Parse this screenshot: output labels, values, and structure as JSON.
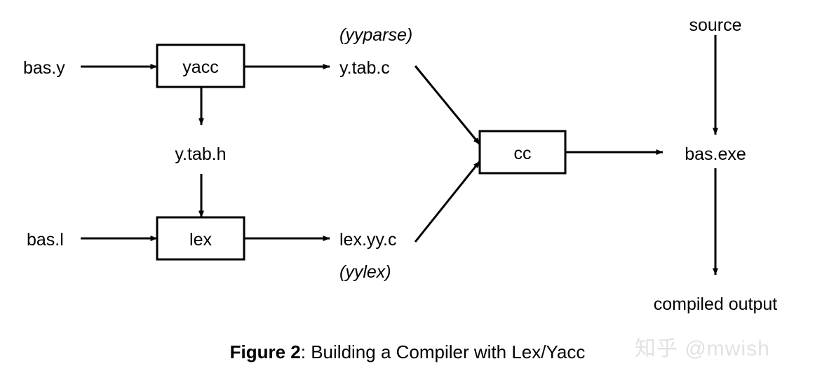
{
  "figure": {
    "caption_prefix": "Figure 2",
    "caption_rest": ": Building a Compiler with Lex/Yacc",
    "watermark": "知乎 @mwish",
    "background_color": "#ffffff",
    "stroke_color": "#000000",
    "watermark_color": "#e2e2e2"
  },
  "nodes": {
    "yacc": "yacc",
    "lex": "lex",
    "cc": "cc"
  },
  "labels": {
    "bas_y": "bas.y",
    "bas_l": "bas.l",
    "y_tab_c": "y.tab.c",
    "y_tab_h": "y.tab.h",
    "lex_yy_c": "lex.yy.c",
    "bas_exe": "bas.exe",
    "source": "source",
    "compiled_output": "compiled output",
    "yyparse": "(yyparse)",
    "yylex": "(yylex)"
  }
}
